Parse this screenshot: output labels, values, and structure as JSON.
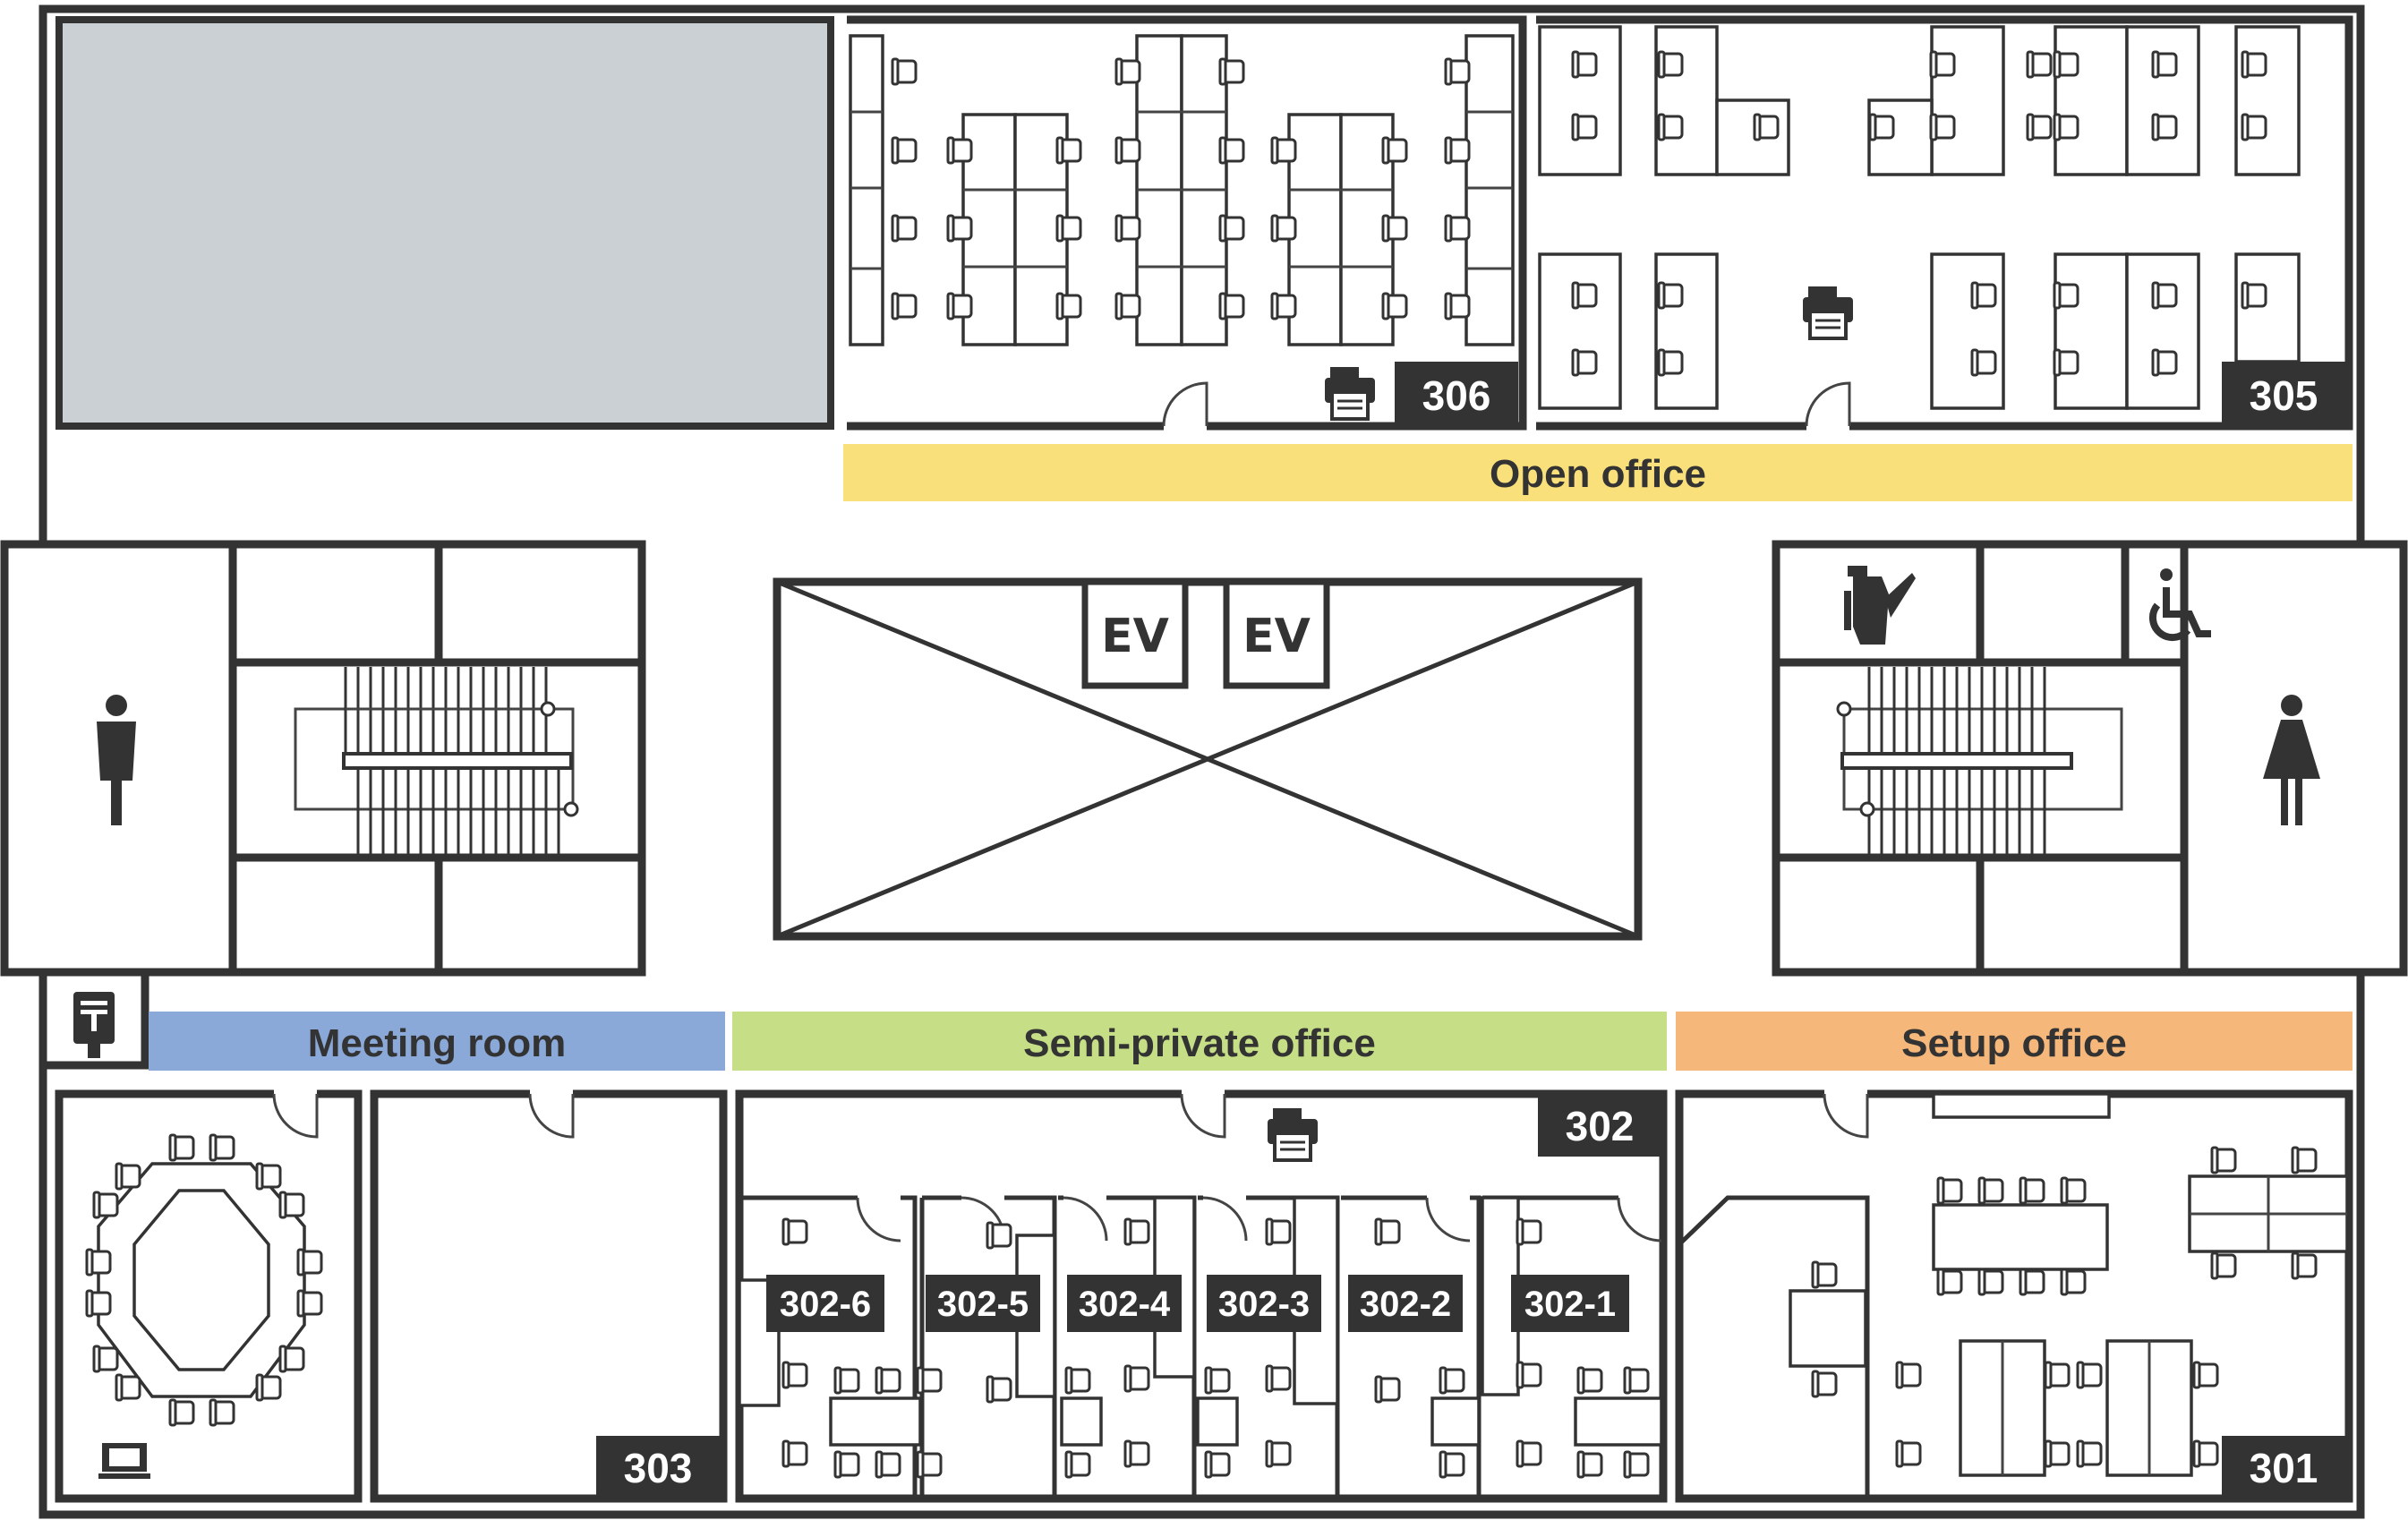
{
  "colors": {
    "wall": "#333333",
    "void": "#cbd0d4",
    "open_office": "#fae07a",
    "meeting_room": "#8aa9d8",
    "semi_private": "#c6df86",
    "setup_office": "#f6b77a",
    "label_bg": "#333333",
    "label_fg": "#ffffff"
  },
  "zones": {
    "open_office": "Open office",
    "meeting_room": "Meeting room",
    "semi_private": "Semi-private office",
    "setup_office": "Setup office"
  },
  "rooms": {
    "r306": "306",
    "r305": "305",
    "r303": "303",
    "r302": "302",
    "r301": "301",
    "r302_1": "302-1",
    "r302_2": "302-2",
    "r302_3": "302-3",
    "r302_4": "302-4",
    "r302_5": "302-5",
    "r302_6": "302-6"
  },
  "elevators": {
    "ev1": "EV",
    "ev2": "EV"
  },
  "icons": {
    "men": "mens-restroom-icon",
    "women": "womens-restroom-icon",
    "kettle": "kettle-icon",
    "accessible": "wheelchair-icon",
    "mail": "postal-mark-icon",
    "printer": "printer-icon",
    "tv": "tv-monitor-icon"
  }
}
